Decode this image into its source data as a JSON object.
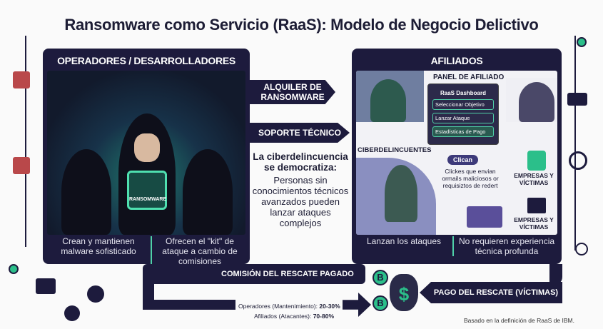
{
  "title": "Ransomware como Servicio (RaaS): Modelo de Negocio Delictivo",
  "operators": {
    "heading": "OPERADORES / DESARROLLADORES",
    "lock_label": "RANSOMWARE",
    "caption_left": "Crean y mantienen malware sofisticado",
    "caption_right": "Ofrecen el \"kit\" de ataque a cambio de comisiones"
  },
  "middle": {
    "arrow1": "ALQUILER DE RANSOMWARE",
    "arrow2": "SOPORTE TÉCNICO",
    "heading": "La ciberdelincuencia se democratiza:",
    "body": "Personas sin conocimientos técnicos avanzados pueden lanzar ataques complejos"
  },
  "affiliates": {
    "heading": "AFILIADOS",
    "panel_label": "PANEL DE AFILIADO",
    "dashboard": {
      "title": "RaaS Dashboard",
      "buttons": [
        "Seleccionar Objetivo",
        "Lanzar Ataque",
        "Estadísticas de Pago"
      ]
    },
    "cybercriminals": "CIBERDELINCUENTES",
    "clicks_badge": "Clican",
    "clicks_text": "Clickes que envian ormails maliciosos or requisiztos de redert",
    "victims1": "EMPRESAS Y VÍCTIMAS",
    "victims2": "EMPRESAS Y VÍCTIMAS",
    "caption_left": "Lanzan los ataques",
    "caption_right": "No requieren experiencia técnica profunda"
  },
  "bottom": {
    "commission": "COMISIÓN DEL RESCATE PAGADO",
    "payment": "PAGO DEL RESCATE (VÍCTIMAS)",
    "split_operators_label": "Operadores (Mantenimiento):",
    "split_operators_value": "20-30%",
    "split_affiliates_label": "Afiliados (Atacantes):",
    "split_affiliates_value": "70-80%",
    "coin_symbol": "B",
    "bag_symbol": "$",
    "source": "Basado en la definición de RaaS de IBM."
  },
  "colors": {
    "navy": "#1d1b3d",
    "accent": "#2bbf8a"
  }
}
